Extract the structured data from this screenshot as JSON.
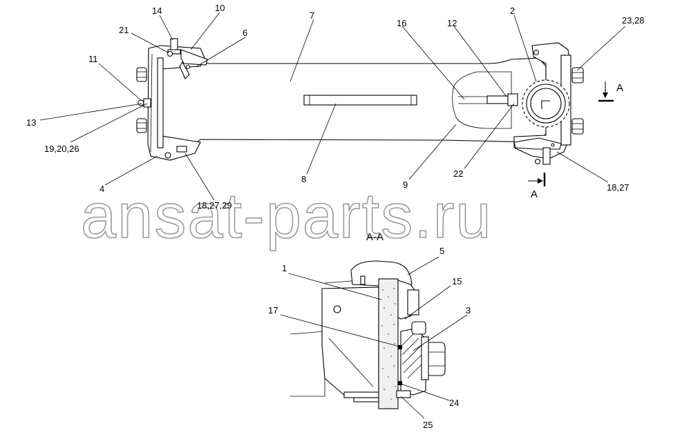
{
  "drawing": {
    "callouts": [
      {
        "id": "c14",
        "text": "14"
      },
      {
        "id": "c10",
        "text": "10"
      },
      {
        "id": "c7",
        "text": "7"
      },
      {
        "id": "c2",
        "text": "2"
      },
      {
        "id": "c2328",
        "text": "23,28"
      },
      {
        "id": "c21",
        "text": "21"
      },
      {
        "id": "c6",
        "text": "6"
      },
      {
        "id": "c16",
        "text": "16"
      },
      {
        "id": "c12",
        "text": "12"
      },
      {
        "id": "c11",
        "text": "11"
      },
      {
        "id": "c13",
        "text": "13"
      },
      {
        "id": "c192026",
        "text": "19,20,26"
      },
      {
        "id": "c4",
        "text": "4"
      },
      {
        "id": "c182729",
        "text": "18,27,29"
      },
      {
        "id": "c8",
        "text": "8"
      },
      {
        "id": "c9",
        "text": "9"
      },
      {
        "id": "c22",
        "text": "22"
      },
      {
        "id": "c1827",
        "text": "18,27"
      },
      {
        "id": "c5",
        "text": "5"
      },
      {
        "id": "c1",
        "text": "1"
      },
      {
        "id": "c15",
        "text": "15"
      },
      {
        "id": "c17",
        "text": "17"
      },
      {
        "id": "c3",
        "text": "3"
      },
      {
        "id": "c24",
        "text": "24"
      },
      {
        "id": "c25",
        "text": "25"
      }
    ],
    "section_marks": {
      "top": "A",
      "bottom": "A"
    },
    "section_title": "A-A",
    "watermark": "ansat-parts.ru"
  }
}
